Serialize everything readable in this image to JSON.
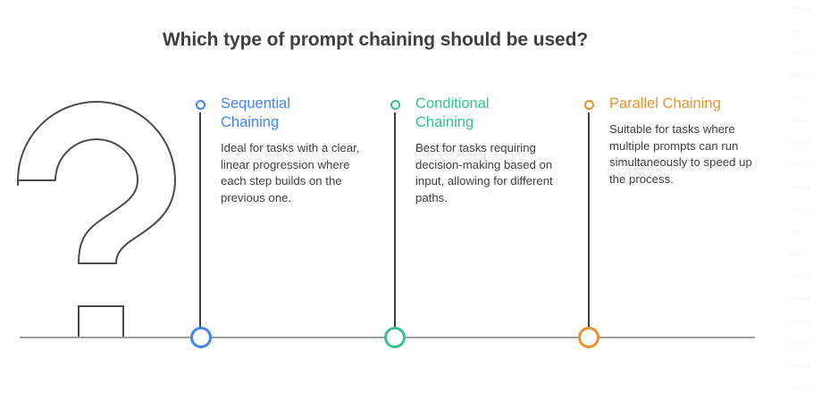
{
  "title": "Which type of prompt chaining should be used?",
  "colors": {
    "blue": "#4285f4",
    "green": "#34c38f",
    "orange": "#e8922e",
    "text": "#3c4043",
    "baseline": "#9aa0a6",
    "stem": "#3c4043",
    "outline": "#4a4a4a"
  },
  "graphic": {
    "name": "question-mark-outline"
  },
  "milestones": [
    {
      "heading": "Sequential\nChaining",
      "description": "Ideal for tasks with a clear, linear progression where each step builds on the previous one.",
      "color": "#4285f4"
    },
    {
      "heading": "Conditional\nChaining",
      "description": "Best for tasks requiring decision-making based on input, allowing for different paths.",
      "color": "#34c38f"
    },
    {
      "heading": "Parallel Chaining",
      "description": "Suitable for tasks where multiple prompts can run simultaneously to speed up the process.",
      "color": "#e8922e"
    }
  ]
}
